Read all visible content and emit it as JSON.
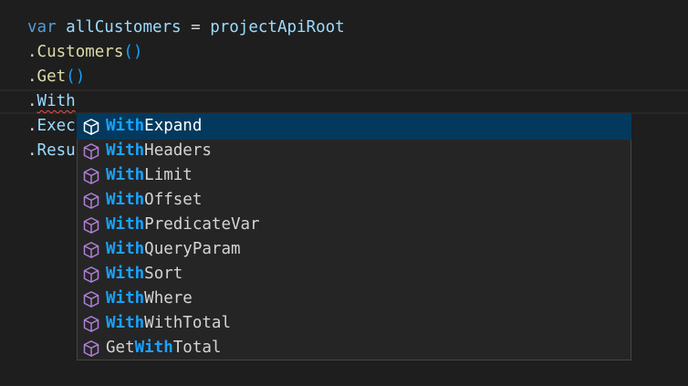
{
  "editor": {
    "line1": {
      "keyword": "var",
      "name": "allCustomers",
      "op": " = ",
      "root": "projectApiRoot"
    },
    "line2": {
      "dot": ".",
      "method": "Customers",
      "parens": "()"
    },
    "line3": {
      "dot": ".",
      "method": "Get",
      "parens": "()"
    },
    "line4": {
      "dot": ".",
      "typed": "With"
    },
    "line5": {
      "dot": ".",
      "partial": "Exec"
    },
    "line6": {
      "dot": ".",
      "partial": "Resu"
    }
  },
  "suggestions": {
    "icon": "cube-method-icon",
    "selected_index": 0,
    "highlight_color": "#18a3ff",
    "icon_color": "#b180d7",
    "items": [
      {
        "pre": "",
        "match": "With",
        "rest": "Expand"
      },
      {
        "pre": "",
        "match": "With",
        "rest": "Headers"
      },
      {
        "pre": "",
        "match": "With",
        "rest": "Limit"
      },
      {
        "pre": "",
        "match": "With",
        "rest": "Offset"
      },
      {
        "pre": "",
        "match": "With",
        "rest": "PredicateVar"
      },
      {
        "pre": "",
        "match": "With",
        "rest": "QueryParam"
      },
      {
        "pre": "",
        "match": "With",
        "rest": "Sort"
      },
      {
        "pre": "",
        "match": "With",
        "rest": "Where"
      },
      {
        "pre": "",
        "match": "With",
        "rest": "WithTotal"
      },
      {
        "pre": "Get",
        "match": "With",
        "rest": "Total"
      }
    ]
  }
}
